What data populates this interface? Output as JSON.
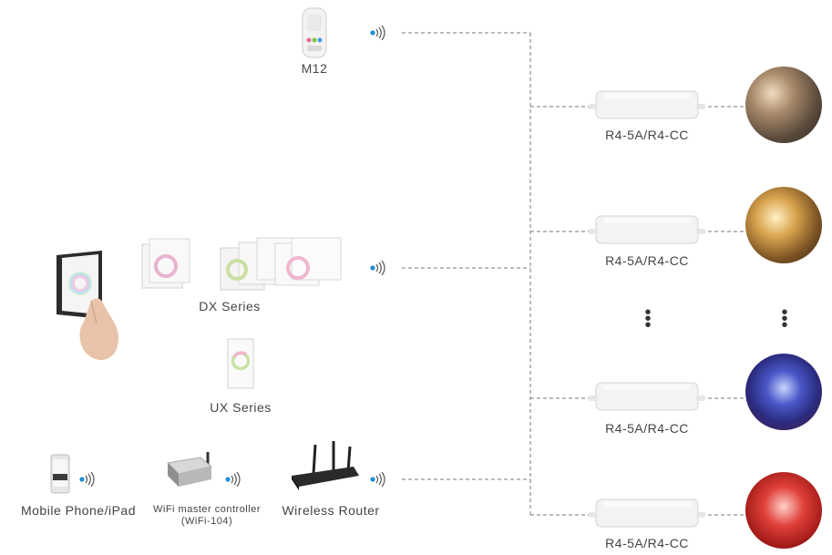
{
  "devices": {
    "m12": "M12",
    "dx_series": "DX Series",
    "ux_series": "UX Series",
    "mobile": "Mobile Phone/iPad",
    "wifi_controller_line1": "WiFi master controller",
    "wifi_controller_line2": "(WiFi-104)",
    "router": "Wireless Router"
  },
  "receivers": [
    {
      "label": "R4-5A/R4-CC"
    },
    {
      "label": "R4-5A/R4-CC"
    },
    {
      "label": "R4-5A/R4-CC"
    },
    {
      "label": "R4-5A/R4-CC"
    }
  ],
  "icons": {
    "signal": "wireless-signal-icon",
    "ellipsis": "vertical-ellipsis-icon"
  },
  "colors": {
    "signal_blue": "#1e8fd6",
    "line": "#777777",
    "label": "#444444"
  }
}
